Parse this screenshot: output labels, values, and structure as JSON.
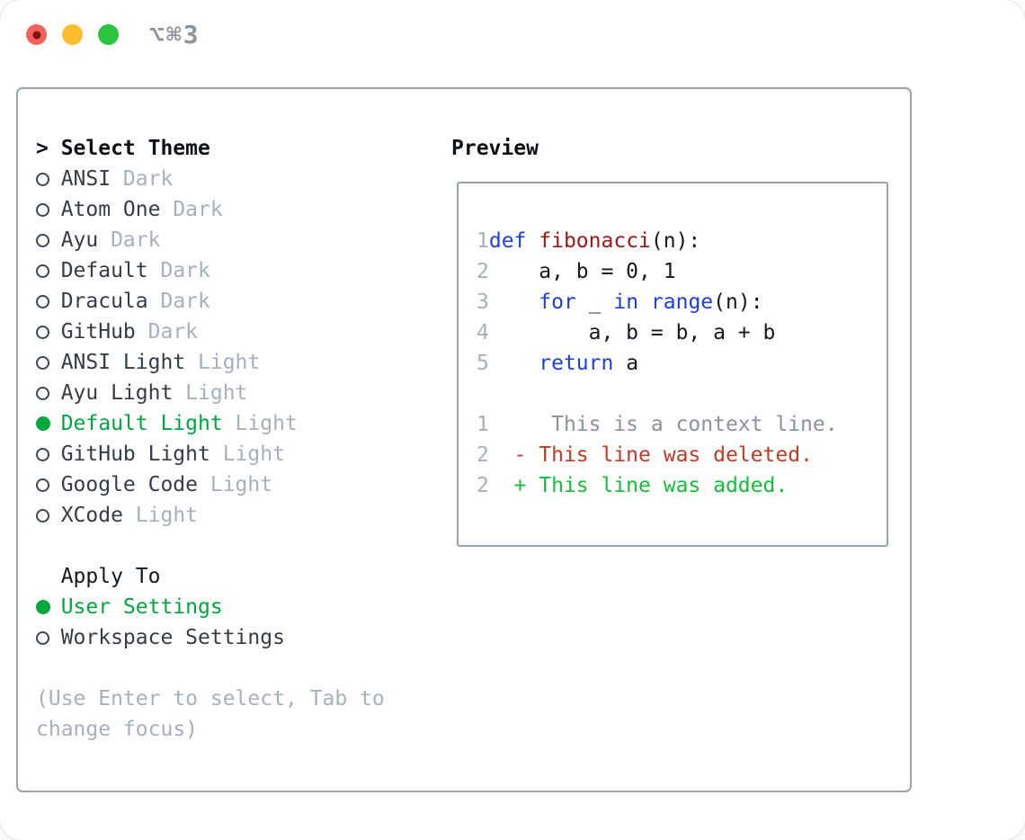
{
  "window": {
    "title": "⌥⌘3"
  },
  "colors": {
    "header_text": "#0d1116",
    "list_text": "#363d46",
    "muted_gray": "#a7b0bb",
    "selection_green": "#00a73d",
    "border_gray": "#9aa2ad",
    "keyword_blue": "#1e3fe0",
    "function_red": "#a31616",
    "code_plain": "#15191e",
    "context_gray": "#8b929b",
    "deleted_red": "#c43928",
    "added_green": "#17bd3c",
    "traffic_red": "#f4605a",
    "traffic_red_dot": "#7e1511",
    "traffic_yellow": "#fcbd2f",
    "traffic_green": "#2ac53e",
    "title_gray": "#8f959c"
  },
  "theme_picker": {
    "header_marker": ">",
    "header": "Select Theme",
    "items": [
      {
        "name": "ANSI",
        "variant": "Dark",
        "selected": false
      },
      {
        "name": "Atom One",
        "variant": "Dark",
        "selected": false
      },
      {
        "name": "Ayu",
        "variant": "Dark",
        "selected": false
      },
      {
        "name": "Default",
        "variant": "Dark",
        "selected": false
      },
      {
        "name": "Dracula",
        "variant": "Dark",
        "selected": false
      },
      {
        "name": "GitHub",
        "variant": "Dark",
        "selected": false
      },
      {
        "name": "ANSI Light",
        "variant": "Light",
        "selected": false
      },
      {
        "name": "Ayu Light",
        "variant": "Light",
        "selected": false
      },
      {
        "name": "Default Light",
        "variant": "Light",
        "selected": true
      },
      {
        "name": "GitHub Light",
        "variant": "Light",
        "selected": false
      },
      {
        "name": "Google Code",
        "variant": "Light",
        "selected": false
      },
      {
        "name": "XCode",
        "variant": "Light",
        "selected": false
      }
    ],
    "apply_to": {
      "header": "Apply To",
      "options": [
        {
          "label": "User Settings",
          "selected": true
        },
        {
          "label": "Workspace Settings",
          "selected": false
        }
      ]
    },
    "hint_lines": [
      "(Use Enter to select, Tab to",
      "change focus)"
    ]
  },
  "preview": {
    "header": "Preview",
    "code_lines": [
      {
        "num": "1",
        "segments": [
          {
            "text": "def",
            "color": "keyword_blue"
          },
          {
            "text": " ",
            "color": "code_plain"
          },
          {
            "text": "fibonacci",
            "color": "function_red"
          },
          {
            "text": "(n):",
            "color": "code_plain"
          }
        ]
      },
      {
        "num": "2",
        "segments": [
          {
            "text": "    a, b = 0, 1",
            "color": "code_plain"
          }
        ]
      },
      {
        "num": "3",
        "segments": [
          {
            "text": "    ",
            "color": "code_plain"
          },
          {
            "text": "for",
            "color": "keyword_blue"
          },
          {
            "text": " _ ",
            "color": "code_plain"
          },
          {
            "text": "in",
            "color": "keyword_blue"
          },
          {
            "text": " ",
            "color": "code_plain"
          },
          {
            "text": "range",
            "color": "keyword_blue"
          },
          {
            "text": "(n):",
            "color": "code_plain"
          }
        ]
      },
      {
        "num": "4",
        "segments": [
          {
            "text": "        a, b = b, a + b",
            "color": "code_plain"
          }
        ]
      },
      {
        "num": "5",
        "segments": [
          {
            "text": "    ",
            "color": "code_plain"
          },
          {
            "text": "return",
            "color": "keyword_blue"
          },
          {
            "text": " a",
            "color": "code_plain"
          }
        ]
      },
      {
        "num": "",
        "segments": []
      },
      {
        "num": "1",
        "segments": [
          {
            "text": "     This is a context line.",
            "color": "context_gray"
          }
        ]
      },
      {
        "num": "2",
        "segments": [
          {
            "text": "  - This line was deleted.",
            "color": "deleted_red"
          }
        ]
      },
      {
        "num": "2",
        "segments": [
          {
            "text": "  + This line was added.",
            "color": "added_green"
          }
        ]
      }
    ]
  }
}
